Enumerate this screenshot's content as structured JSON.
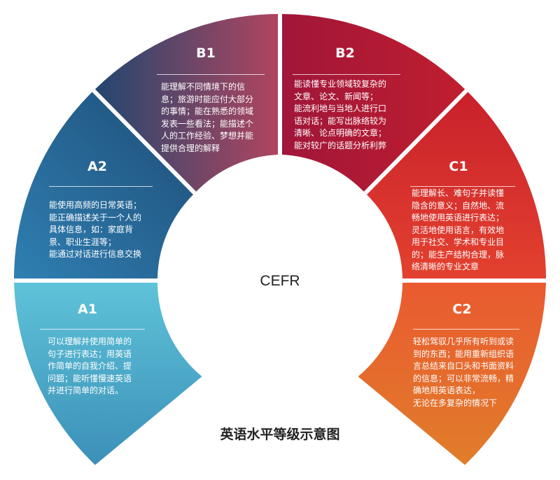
{
  "center_label": "CEFR",
  "caption": "英语水平等级示意图",
  "levels": [
    {
      "code": "A1",
      "color_start": "#5fc3d9",
      "color_end": "#3b8fb8",
      "desc": "可以理解并使用简单的\n句子进行表达；用英语\n作简单的自我介绍、提\n问题；能听懂慢速英语\n并进行简单的对话。"
    },
    {
      "code": "A2",
      "color_start": "#2f7fb2",
      "color_end": "#1f4d77",
      "desc": "能使用高频的日常英语；\n能正确描述关于一个人的\n具体信息，如：家庭背\n景、职业生涯等；\n能通过对话进行信息交换"
    },
    {
      "code": "B1",
      "color_start": "#22466f",
      "color_end": "#b04560",
      "desc": "能理解不同情境下的信\n息；旅游时能应付大部分\n的事情；能在熟悉的领域\n发表一些看法；能描述个\n人的工作经验、梦想并能\n提供合理的解释"
    },
    {
      "code": "B2",
      "color_start": "#a0163a",
      "color_end": "#c01e2e",
      "desc": "能读懂专业领域较复杂的\n文章、论文、新闻等；\n能流利地与当地人进行口\n语对话；能写出脉络较为\n清晰、论点明确的文章；\n能对较广的话题分析利弊"
    },
    {
      "code": "C1",
      "color_start": "#c9202b",
      "color_end": "#e3412f",
      "desc": "能理解长、难句子并读懂\n隐含的意义；自然地、流\n畅地使用英语进行表达；\n灵活地使用语言，有效地\n用于社交、学术和专业目\n的；能生产结构合理，脉\n络清晰的专业文章"
    },
    {
      "code": "C2",
      "color_start": "#ea5a30",
      "color_end": "#e07d2a",
      "desc": "轻松驾驭几乎所有听到或读\n到的东西；能用重新组织语\n言总结来自口头和书面资料\n的信息；可以非常流畅，精\n确地用英语表达，\n无论在多复杂的情况下"
    }
  ]
}
